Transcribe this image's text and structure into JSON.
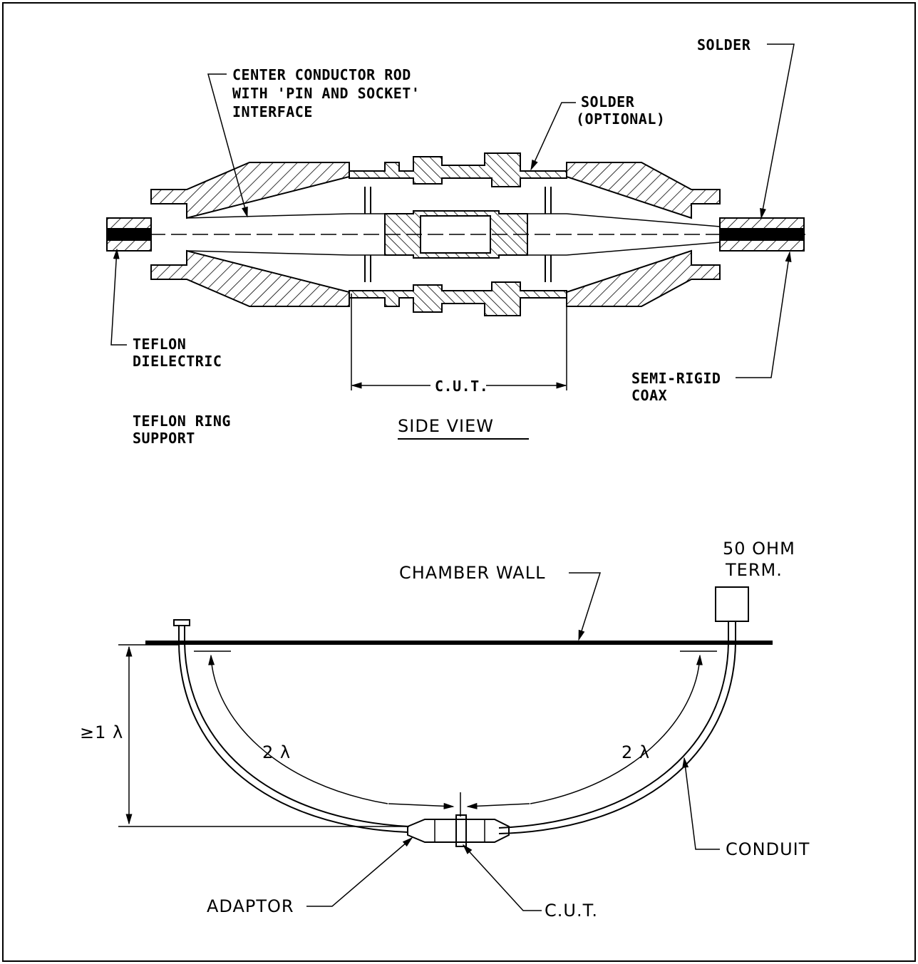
{
  "side_view": {
    "title": "SIDE VIEW",
    "labels": {
      "solder_top": "SOLDER",
      "center_conductor_1": "CENTER CONDUCTOR ROD",
      "center_conductor_2": "WITH 'PIN AND SOCKET'",
      "center_conductor_3": "INTERFACE",
      "solder_optional_1": "SOLDER",
      "solder_optional_2": "(OPTIONAL)",
      "teflon_dielectric_1": "TEFLON",
      "teflon_dielectric_2": "DIELECTRIC",
      "cut": "C.U.T.",
      "semi_rigid_1": "SEMI-RIGID",
      "semi_rigid_2": "COAX",
      "teflon_ring_1": "TEFLON RING",
      "teflon_ring_2": "SUPPORT"
    }
  },
  "bottom_view": {
    "labels": {
      "term_1": "50 OHM",
      "term_2": "TERM.",
      "chamber_wall": "CHAMBER WALL",
      "height": "≥1 λ",
      "arc_left": "2 λ",
      "arc_right": "2 λ",
      "conduit": "CONDUIT",
      "adaptor": "ADAPTOR",
      "cut": "C.U.T."
    }
  },
  "colors": {
    "ink": "#000000",
    "paper": "#ffffff"
  }
}
